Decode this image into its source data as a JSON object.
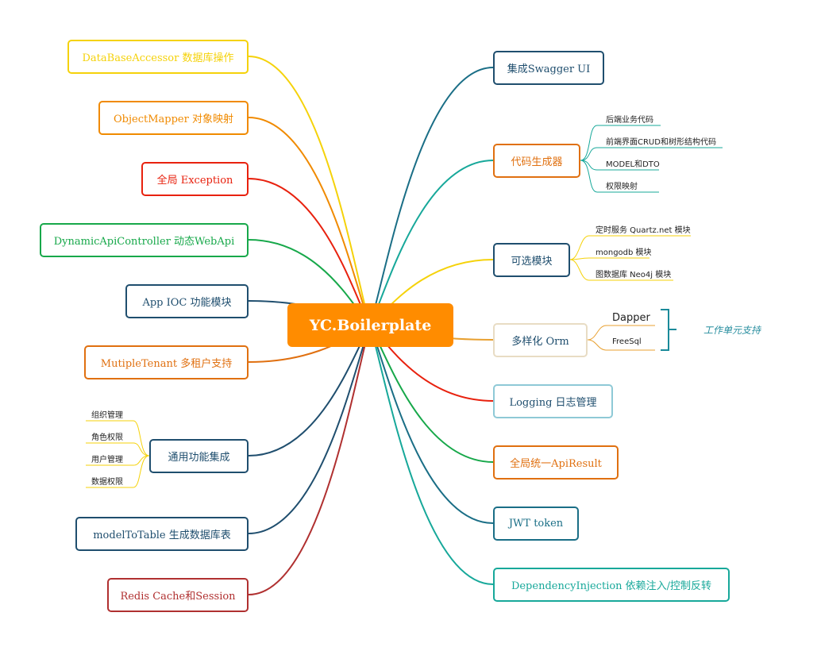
{
  "root": {
    "label": "YC.Boilerplate",
    "color": "#ff8c00"
  },
  "left_branches": [
    {
      "id": "dba",
      "label": "DataBaseAccessor 数据库操作",
      "color": "#f5d20a"
    },
    {
      "id": "objmapper",
      "label": "ObjectMapper 对象映射",
      "color": "#f08a00"
    },
    {
      "id": "exception",
      "label": "全局 Exception",
      "color": "#e8210e"
    },
    {
      "id": "dynapi",
      "label": "DynamicApiController 动态WebApi",
      "color": "#17a84a"
    },
    {
      "id": "ioc",
      "label": "App IOC 功能模块",
      "color": "#1f4e6e"
    },
    {
      "id": "tenant",
      "label": "MutipleTenant 多租户支持",
      "color": "#e07010"
    },
    {
      "id": "common",
      "label": "通用功能集成",
      "color": "#1f4e6e"
    },
    {
      "id": "model2table",
      "label": "modelToTable 生成数据库表",
      "color": "#1f4e6e"
    },
    {
      "id": "redis",
      "label": "Redis Cache和Session",
      "color": "#b03030"
    }
  ],
  "common_children": [
    "组织管理",
    "角色权限",
    "用户管理",
    "数据权限"
  ],
  "right_branches": [
    {
      "id": "swagger",
      "label": "集成Swagger UI",
      "color": "#1f4e6e"
    },
    {
      "id": "codegen",
      "label": "代码生成器",
      "color": "#e07010"
    },
    {
      "id": "optional",
      "label": "可选模块",
      "color": "#1f4e6e"
    },
    {
      "id": "orm",
      "label": "多样化 Orm",
      "color": "#e8dcc4"
    },
    {
      "id": "logging",
      "label": "Logging 日志管理",
      "color": "#8ec9d6"
    },
    {
      "id": "apiresult",
      "label": "全局统一ApiResult",
      "color": "#e07010"
    },
    {
      "id": "jwt",
      "label": "JWT token",
      "color": "#1a6e86"
    },
    {
      "id": "di",
      "label": "DependencyInjection  依赖注入/控制反转",
      "color": "#17a89a"
    }
  ],
  "codegen_children": [
    "后端业务代码",
    "前端界面CRUD和树形结构代码",
    "MODEL和DTO",
    "权限映射"
  ],
  "optional_children": [
    "定时服务 Quartz.net 模块",
    "mongodb 模块",
    "图数据库 Neo4j 模块"
  ],
  "orm_children": [
    "Dapper",
    "FreeSql"
  ],
  "orm_note": "工作单元支持"
}
